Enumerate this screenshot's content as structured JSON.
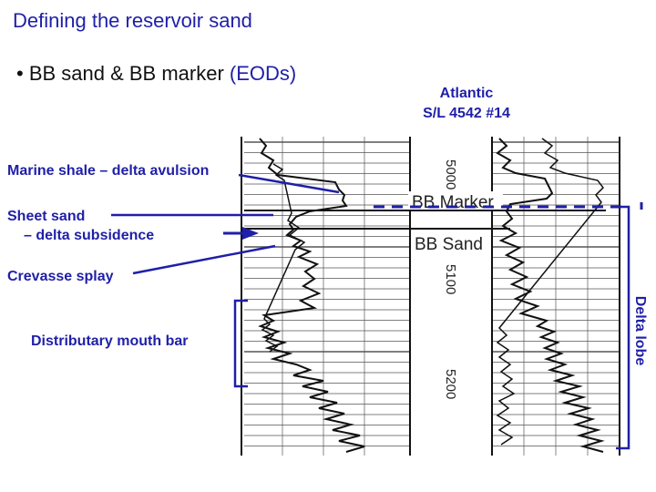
{
  "slide": {
    "title": "Defining the reservoir sand",
    "bullet_main": "• BB sand & BB marker ",
    "bullet_accent": "(EODs)"
  },
  "well": {
    "line1": "Atlantic",
    "line2": "S/L 4542 #14"
  },
  "labels": {
    "marine_shale": "Marine shale – delta avulsion",
    "sheet_sand_1": "Sheet sand",
    "sheet_sand_2": "– delta subsidence",
    "crevasse_splay": "Crevasse splay",
    "mouth_bar": "Distributary mouth bar",
    "delta_lobe": "Delta lobe"
  },
  "log": {
    "depth_5000": "5000",
    "depth_5100": "5100",
    "depth_5200": "5200",
    "bb_marker": "BB Marker",
    "bb_sand": "BB Sand"
  },
  "colors": {
    "accent": "#1f1fa8",
    "log_ink": "#222222"
  }
}
